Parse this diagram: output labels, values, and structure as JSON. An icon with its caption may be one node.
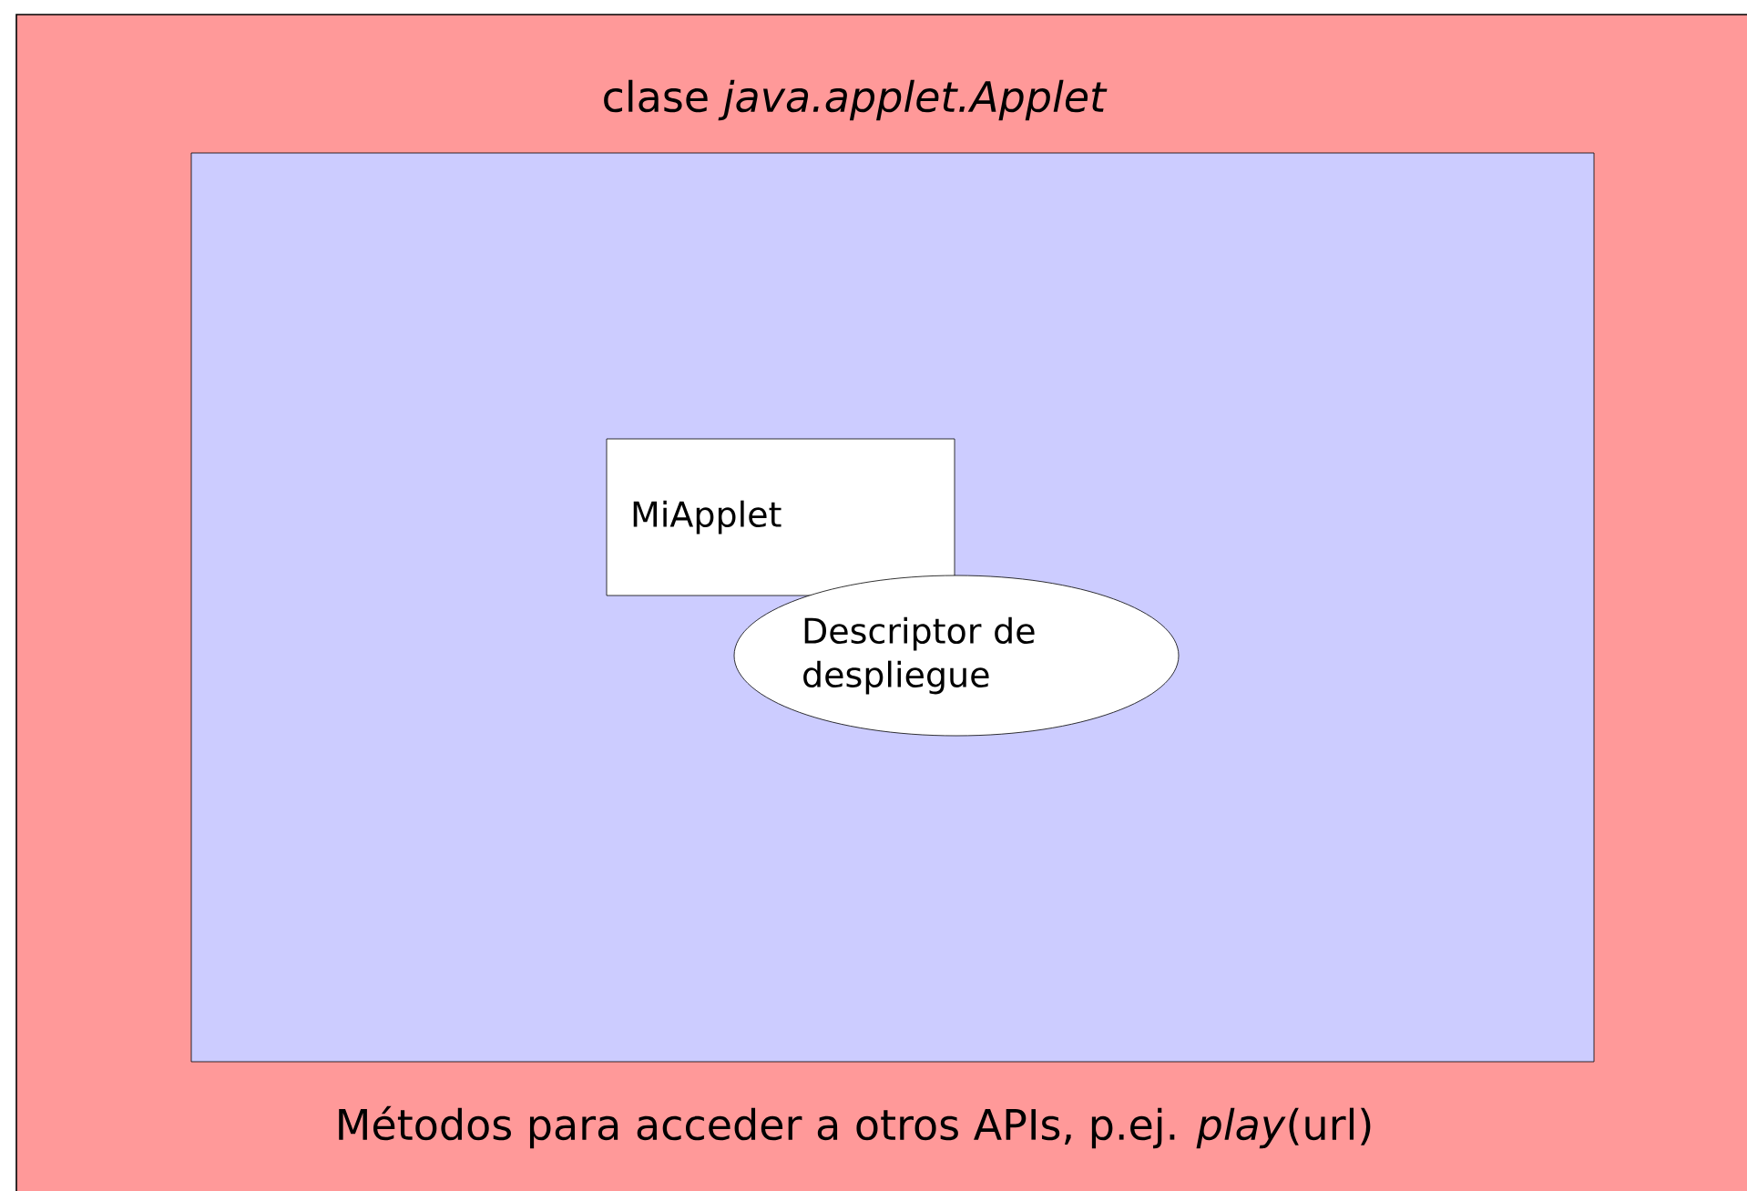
{
  "diagram": {
    "nodes": [
      {
        "text": [
          "clase *java.applet.Applet*",
          "Métodos para acceder a otros APIs, p.ej. *play*(url)"
        ]
      },
      {
        "text": [],
        "shape": "box",
        "in": 0
      },
      {
        "text": [
          "MiApplet"
        ],
        "in": 1
      },
      {
        "text": [
          "Descriptor de despliegue"
        ],
        "in": 1
      }
    ]
  }
}
